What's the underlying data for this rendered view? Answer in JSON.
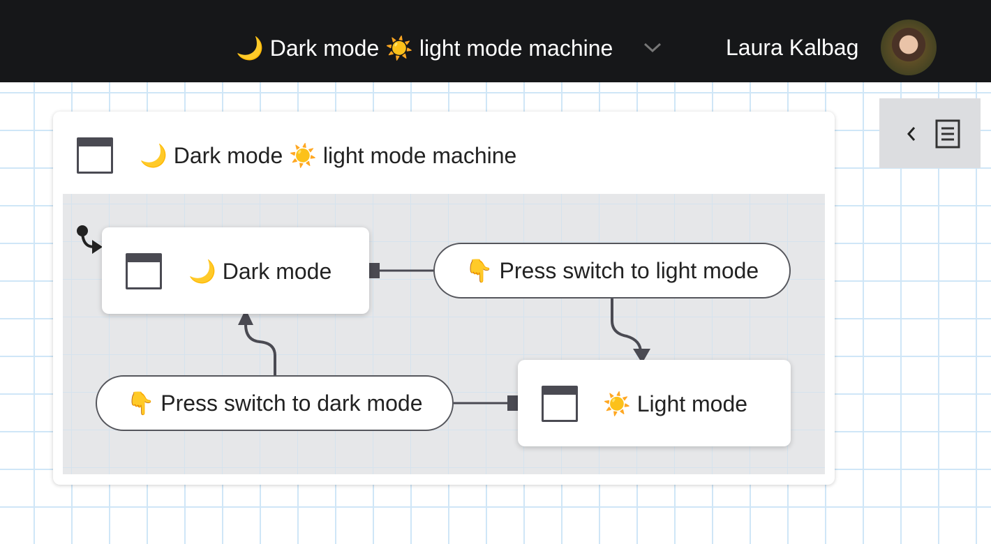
{
  "header": {
    "title": "🌙 Dark mode ☀️ light mode machine",
    "user_name": "Laura Kalbag"
  },
  "machine": {
    "title": "🌙 Dark mode ☀️ light mode machine",
    "states": [
      {
        "label": "🌙 Dark mode"
      },
      {
        "label": "☀️ Light mode"
      }
    ],
    "events": [
      {
        "label": "👇 Press switch to light mode"
      },
      {
        "label": "👇 Press switch to dark mode"
      }
    ]
  },
  "colors": {
    "header_bg": "#161719",
    "edge": "#4a4a52",
    "canvas_bg": "#e6e7e9"
  }
}
